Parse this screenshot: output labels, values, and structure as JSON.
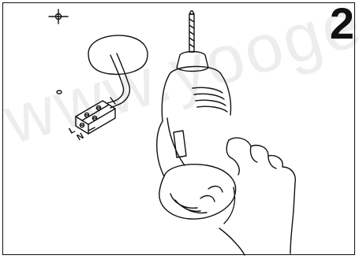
{
  "step_number": "2",
  "watermark_text": "www.yooge",
  "terminal_labels": {
    "l": "L",
    "n": "N"
  },
  "icons": [
    "crosshair-icon",
    "hole-marker-icon",
    "ceiling-hole-icon",
    "terminal-block-icon",
    "drill-icon",
    "hand-icon"
  ],
  "colors": {
    "line": "#111111",
    "background": "#ffffff"
  }
}
